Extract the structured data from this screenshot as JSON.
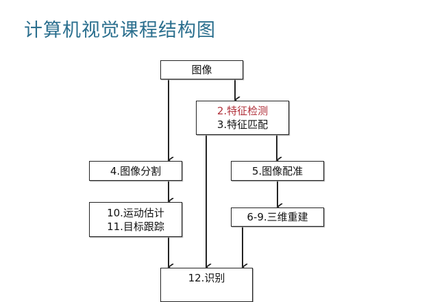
{
  "title": "计算机视觉课程结构图",
  "colors": {
    "title": "#2b6f8e",
    "highlight": "#b0303a",
    "line": "#222222"
  },
  "nodes": {
    "image": "图像",
    "feature_detection": "2.特征检测",
    "feature_matching": "3.特征匹配",
    "segmentation": "4.图像分割",
    "registration": "5.图像配准",
    "motion_estimation": "10.运动估计",
    "object_tracking": "11.目标跟踪",
    "reconstruction": "6-9.三维重建",
    "recognition": "12.识别"
  },
  "edges": [
    [
      "image",
      "feature_detection"
    ],
    [
      "image",
      "segmentation"
    ],
    [
      "feature_detection",
      "registration"
    ],
    [
      "feature_detection",
      "recognition"
    ],
    [
      "segmentation",
      "motion_estimation"
    ],
    [
      "registration",
      "reconstruction"
    ],
    [
      "motion_estimation",
      "recognition"
    ],
    [
      "reconstruction",
      "recognition"
    ]
  ]
}
